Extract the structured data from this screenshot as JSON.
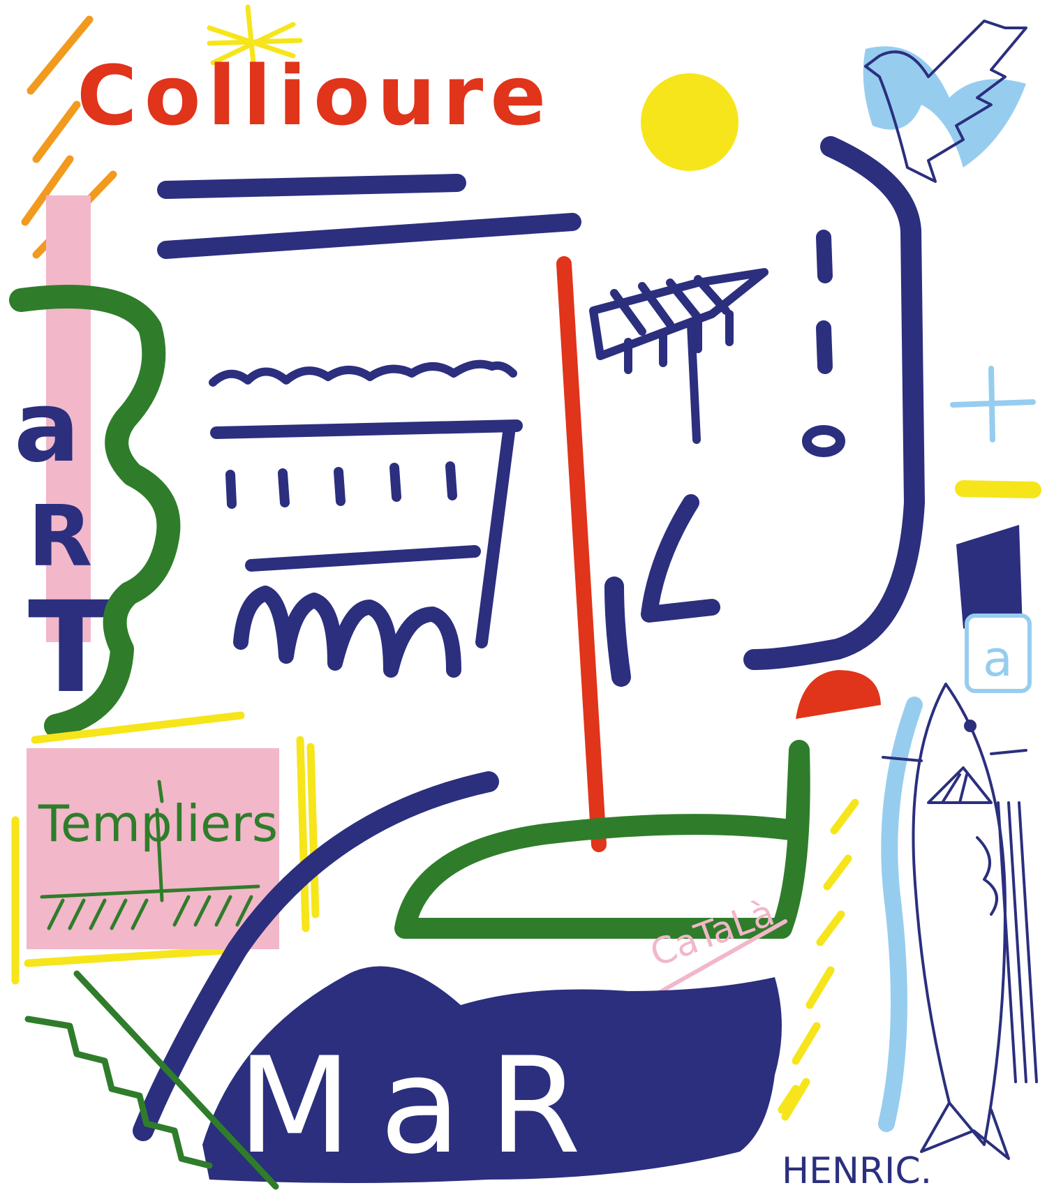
{
  "colors": {
    "navy": "#2b2f7e",
    "red": "#e0341b",
    "green": "#2f7d2b",
    "yellow": "#f6e51a",
    "orange": "#f29a1e",
    "pink": "#f2b7c9",
    "lightblue": "#96cdef",
    "white": "#ffffff"
  },
  "texts": {
    "collioure": "Collioure",
    "art_a": "a",
    "art_r": "R",
    "art_t": "T",
    "templiers": "Templiers",
    "mar": "MaR",
    "catala": "CaTaLà",
    "signature": "HENRIC.",
    "tile_letter": "a"
  },
  "icons": [
    "sun-icon",
    "dove-icon",
    "star-icon",
    "fish-icon",
    "boat-icon",
    "plus-icon"
  ]
}
